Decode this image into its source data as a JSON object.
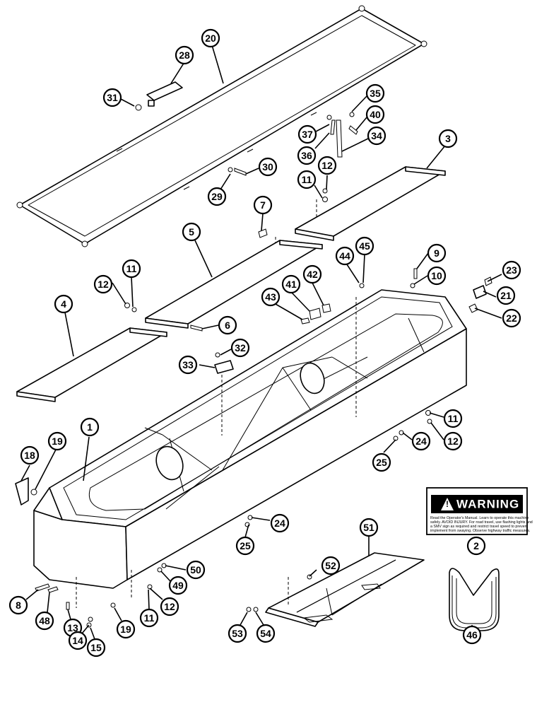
{
  "warning_decal": {
    "title": "WARNING",
    "body_lines": [
      "Read the Operator's Manual. Learn to operate this machine",
      "safely. AVOID INJURY. For road travel, use flashing lights and",
      "a SMV sign as required and restrict travel speed to prevent",
      "implement from swaying. Observe highway traffic measures."
    ]
  },
  "callouts": [
    {
      "id": "c20",
      "label": "20"
    },
    {
      "id": "c28",
      "label": "28"
    },
    {
      "id": "c31",
      "label": "31"
    },
    {
      "id": "c35",
      "label": "35"
    },
    {
      "id": "c40",
      "label": "40"
    },
    {
      "id": "c37",
      "label": "37"
    },
    {
      "id": "c34",
      "label": "34"
    },
    {
      "id": "c36",
      "label": "36"
    },
    {
      "id": "c3",
      "label": "3"
    },
    {
      "id": "c30",
      "label": "30"
    },
    {
      "id": "c12a",
      "label": "12"
    },
    {
      "id": "c11a",
      "label": "11"
    },
    {
      "id": "c29",
      "label": "29"
    },
    {
      "id": "c7",
      "label": "7"
    },
    {
      "id": "c5",
      "label": "5"
    },
    {
      "id": "c45",
      "label": "45"
    },
    {
      "id": "c44",
      "label": "44"
    },
    {
      "id": "c9",
      "label": "9"
    },
    {
      "id": "c11b",
      "label": "11"
    },
    {
      "id": "c12b",
      "label": "12"
    },
    {
      "id": "c42",
      "label": "42"
    },
    {
      "id": "c10",
      "label": "10"
    },
    {
      "id": "c23",
      "label": "23"
    },
    {
      "id": "c41",
      "label": "41"
    },
    {
      "id": "c21",
      "label": "21"
    },
    {
      "id": "c4",
      "label": "4"
    },
    {
      "id": "c43",
      "label": "43"
    },
    {
      "id": "c22",
      "label": "22"
    },
    {
      "id": "c6",
      "label": "6"
    },
    {
      "id": "c32",
      "label": "32"
    },
    {
      "id": "c33",
      "label": "33"
    },
    {
      "id": "c11c",
      "label": "11"
    },
    {
      "id": "c1",
      "label": "1"
    },
    {
      "id": "c24a",
      "label": "24"
    },
    {
      "id": "c12c",
      "label": "12"
    },
    {
      "id": "c19a",
      "label": "19"
    },
    {
      "id": "c18",
      "label": "18"
    },
    {
      "id": "c25a",
      "label": "25"
    },
    {
      "id": "c2",
      "label": "2"
    },
    {
      "id": "c24b",
      "label": "24"
    },
    {
      "id": "c25b",
      "label": "25"
    },
    {
      "id": "c51",
      "label": "51"
    },
    {
      "id": "c50",
      "label": "50"
    },
    {
      "id": "c52",
      "label": "52"
    },
    {
      "id": "c49",
      "label": "49"
    },
    {
      "id": "c8",
      "label": "8"
    },
    {
      "id": "c12d",
      "label": "12"
    },
    {
      "id": "c11d",
      "label": "11"
    },
    {
      "id": "c48",
      "label": "48"
    },
    {
      "id": "c13",
      "label": "13"
    },
    {
      "id": "c19b",
      "label": "19"
    },
    {
      "id": "c14",
      "label": "14"
    },
    {
      "id": "c15",
      "label": "15"
    },
    {
      "id": "c53",
      "label": "53"
    },
    {
      "id": "c54",
      "label": "54"
    },
    {
      "id": "c46",
      "label": "46"
    }
  ]
}
